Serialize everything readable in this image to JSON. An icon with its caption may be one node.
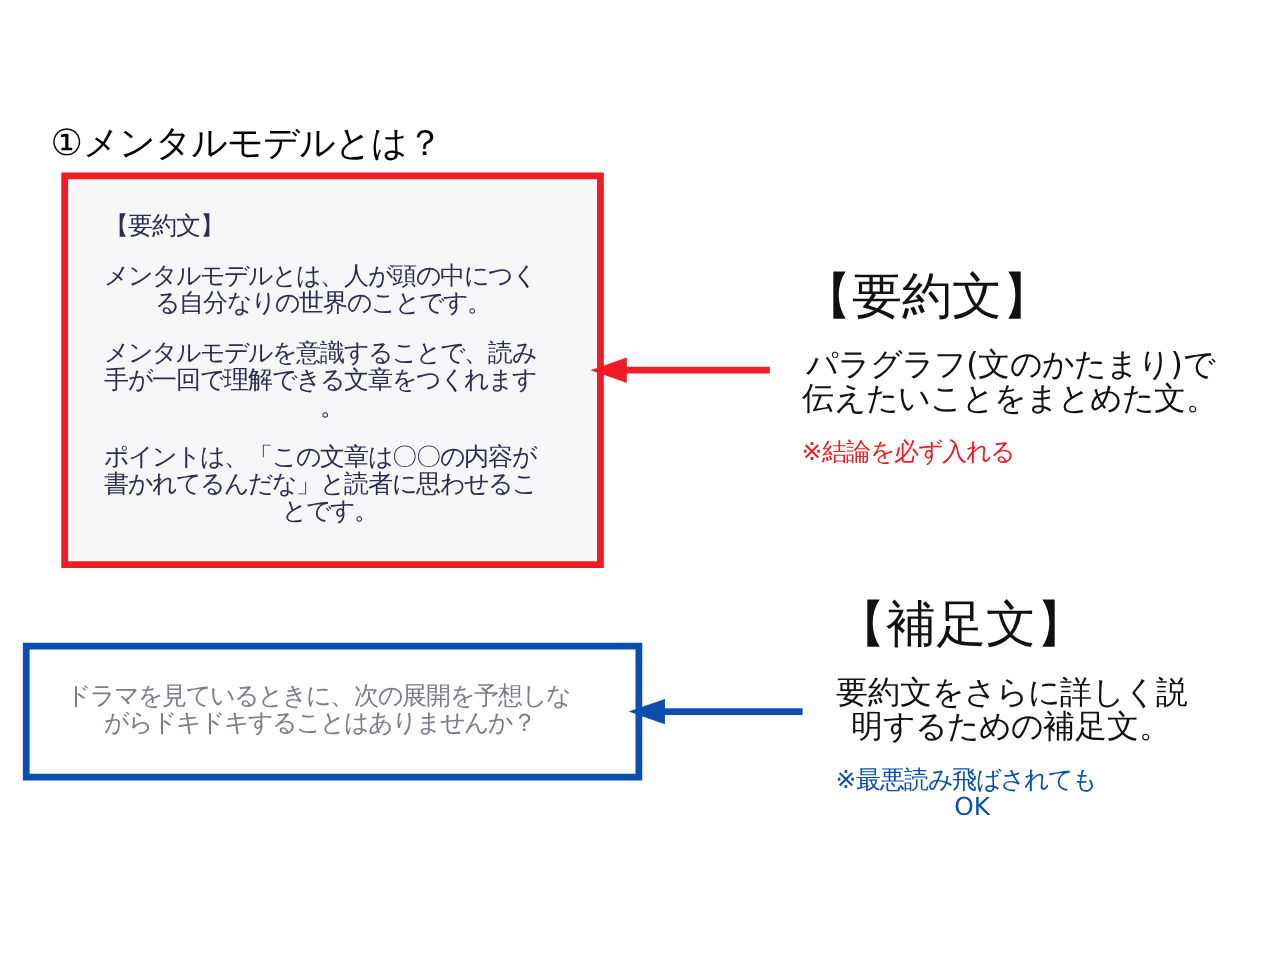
{
  "diagram": {
    "title": "①メンタルモデルとは？",
    "nodes": [
      {
        "text": [
          "【要約文】",
          "メンタルモデルとは、人が頭の中につくる自分なりの世界のことです。",
          "メンタルモデルを意識することで、読み手が一回で理解できる文章をつくれます。",
          "ポイントは、「この文章は〇〇の内容が書かれてるんだな」と読者に思わせることです。"
        ]
      },
      {
        "text": [
          "ドラマを見ているときに、次の展開を予想しながらドキドキすることはありませんか？"
        ]
      },
      {
        "text": [
          "【要約文】",
          "パラグラフ(文のかたまり)で伝えたいことをまとめた文。",
          "※結論を必ず入れる"
        ]
      },
      {
        "text": [
          "【補足文】",
          "要約文をさらに詳しく説明するための補足文。",
          "※最悪読み飛ばされてもOK"
        ]
      }
    ],
    "edges": [
      {
        "from": 2,
        "to": 0,
        "arrow": "to",
        "color": "#ee1c25"
      },
      {
        "from": 3,
        "to": 1,
        "arrow": "to",
        "color": "#0a4fb0"
      }
    ]
  }
}
